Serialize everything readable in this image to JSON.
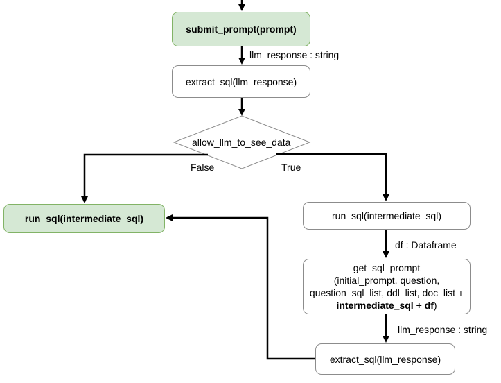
{
  "nodes": {
    "submit_prompt": "submit_prompt(prompt)",
    "extract_sql_top": "extract_sql(llm_response)",
    "decision": "allow_llm_to_see_data",
    "run_sql_left": "run_sql(intermediate_sql)",
    "run_sql_right": "run_sql(intermediate_sql)",
    "get_sql_prompt": {
      "line1": "get_sql_prompt",
      "line2": "(initial_prompt, question,",
      "line3": "question_sql_list, ddl_list, doc_list +",
      "line4_bold": "intermediate_sql + df",
      "line4_tail": ")"
    },
    "extract_sql_bottom": "extract_sql(llm_response)"
  },
  "edge_labels": {
    "llm_response_top": "llm_response : string",
    "false": "False",
    "true": "True",
    "df": "df : Dataframe",
    "llm_response_bottom": "llm_response : string"
  },
  "colors": {
    "highlight_fill": "#d5e8d4",
    "highlight_border": "#82b366",
    "node_border": "#8c8c8c",
    "edge": "#000000"
  }
}
